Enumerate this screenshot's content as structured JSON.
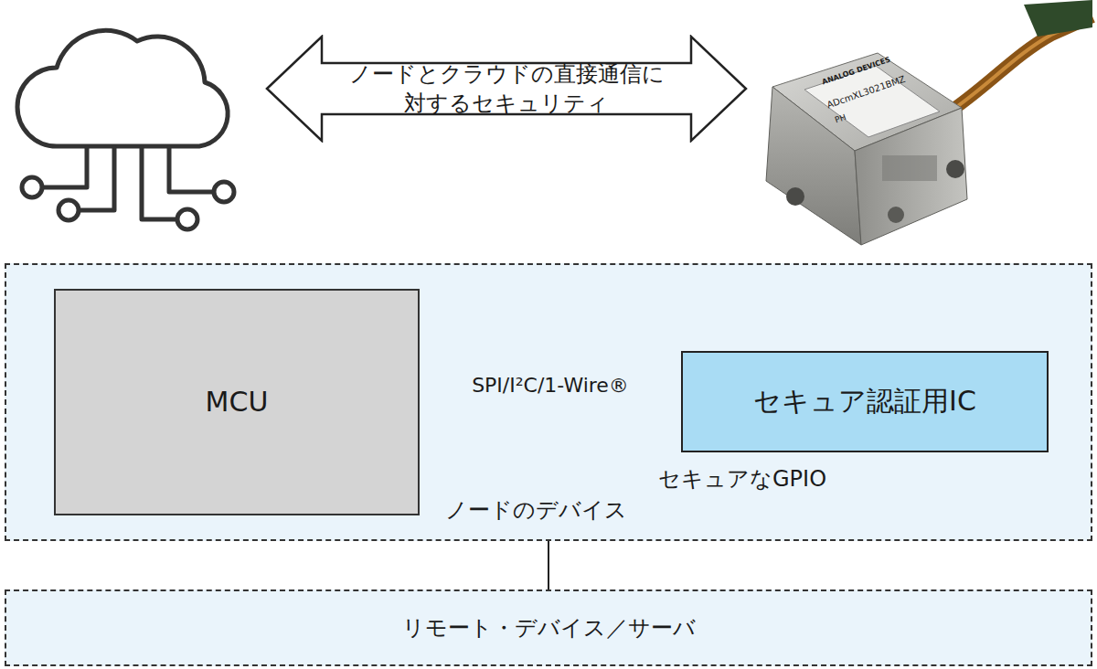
{
  "diagram": {
    "nodes": [
      {
        "text": [
          "ノードとクラウドの直接通信に 対するセキュリティ"
        ]
      },
      {
        "text": [
          "ノードのデバイス"
        ]
      },
      {
        "text": [
          "MCU"
        ],
        "in": 1
      },
      {
        "text": [
          "セキュア認証用IC"
        ],
        "in": 1
      },
      {
        "text": [
          "リモート・デバイス／サーバ"
        ]
      }
    ],
    "edges": [
      {
        "from": 2,
        "to": 3,
        "label": "SPI/I²C/1-Wire®",
        "arrow": "none"
      },
      {
        "from": 1,
        "to": 4,
        "arrow": "none"
      }
    ],
    "labels": [
      "セキュアなGPIO",
      "ANALOG DEVICES",
      "ADcmXL3021BMZ",
      "PH"
    ]
  }
}
